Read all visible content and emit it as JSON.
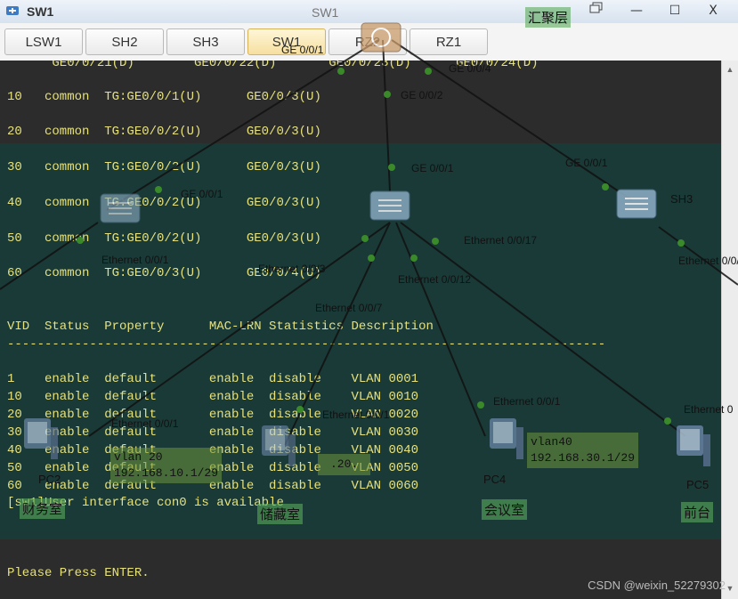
{
  "window": {
    "title": "SW1",
    "center_title": "SW1",
    "controls": {
      "minimize": "—",
      "maximize": "☐",
      "close": "X"
    }
  },
  "tabs": [
    {
      "label": "LSW1"
    },
    {
      "label": "SH2"
    },
    {
      "label": "SH3"
    },
    {
      "label": "SW1",
      "active": true
    },
    {
      "label": "RZ2"
    },
    {
      "label": "RZ1"
    }
  ],
  "terminal": {
    "lines": [
      "      GE0/0/21(D)        GE0/0/22(D)       GE0/0/23(D)      GE0/0/24(D)",
      "10   common  TG:GE0/0/1(U)      GE0/0/3(U)",
      "20   common  TG:GE0/0/2(U)      GE0/0/3(U)",
      "30   common  TG:GE0/0/2(U)      GE0/0/3(U)",
      "40   common  TG:GE0/0/2(U)      GE0/0/3(U)",
      "50   common  TG:GE0/0/2(U)      GE0/0/3(U)",
      "60   common  TG:GE0/0/3(U)      GE0/0/4(U)",
      "VID  Status  Property      MAC-LRN Statistics Description",
      "--------------------------------------------------------------------------------",
      "1    enable  default       enable  disable    VLAN 0001",
      "10   enable  default       enable  disable    VLAN 0010",
      "20   enable  default       enable  disable    VLAN 0020",
      "30   enable  default       enable  disable    VLAN 0030",
      "40   enable  default       enable  disable    VLAN 0040",
      "50   enable  default       enable  disable    VLAN 0050",
      "60   enable  default       enable  disable    VLAN 0060",
      "[sw1]User interface con0 is available",
      "Please Press ENTER."
    ]
  },
  "topology": {
    "area_label": "汇聚层",
    "port_labels": [
      "GE 0/0/1",
      "GE 0/0/4",
      "GE 0/0/2",
      "GE 0/0/1",
      "GE 0/0/1",
      "GE 0/0/1",
      "Ethernet 0/0/17",
      "Ethernet 0/0/1",
      "Ethernet 0/0/3",
      "Ethernet 0/0/12",
      "Ethernet 0/0/7",
      "Ethernet 0/0/1",
      "Ethernet 0/0/1",
      "Ethernet 0/0/1",
      "Ethernet 0/0/1",
      "Ethernet 0"
    ],
    "devices": [
      "SH3",
      "PC2",
      "PC4",
      "PC5"
    ],
    "rooms": [
      "财务室",
      "储藏室",
      "会议室",
      "前台"
    ],
    "vlan_boxes": [
      {
        "line1": "vlan 20",
        "line2": "192.168.10.1/29"
      },
      {
        "line1": "vlan40",
        "line2": "192.168.30.1/29"
      }
    ],
    "ip_fragment": ".20."
  },
  "watermark": "CSDN @weixin_52279302",
  "colors": {
    "terminal_bg": "#2c2c2c",
    "terminal_text": "#e6e17a",
    "band": "#1a3a38",
    "tab_active": "#f6dfa0"
  }
}
